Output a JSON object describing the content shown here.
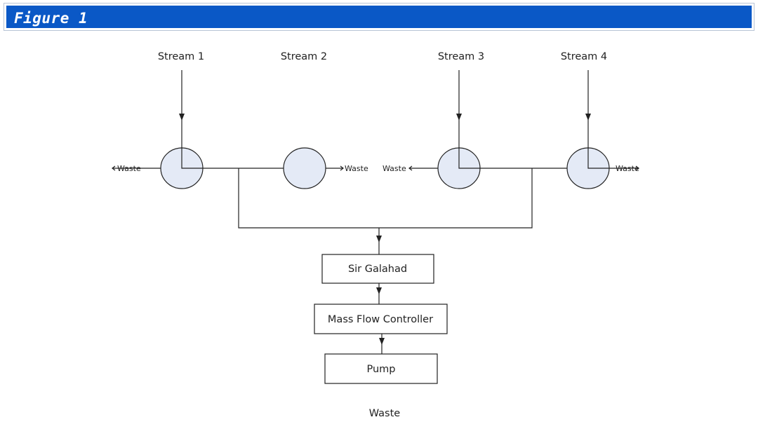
{
  "header": {
    "title": "Figure 1",
    "bar_color": "#0a58c6"
  },
  "diagram": {
    "streams": [
      {
        "label": "Stream 1"
      },
      {
        "label": "Stream 2"
      },
      {
        "label": "Stream 3"
      },
      {
        "label": "Stream 4"
      }
    ],
    "valve_fill_color": "#e4eaf6",
    "waste_outlets": [
      {
        "label": "Waste"
      },
      {
        "label": "Waste"
      },
      {
        "label": "Waste"
      },
      {
        "label": "Waste"
      }
    ],
    "boxes": [
      {
        "label": "Sir Galahad"
      },
      {
        "label": "Mass Flow Controller"
      },
      {
        "label": "Pump"
      }
    ],
    "final_output": {
      "label": "Waste"
    }
  }
}
